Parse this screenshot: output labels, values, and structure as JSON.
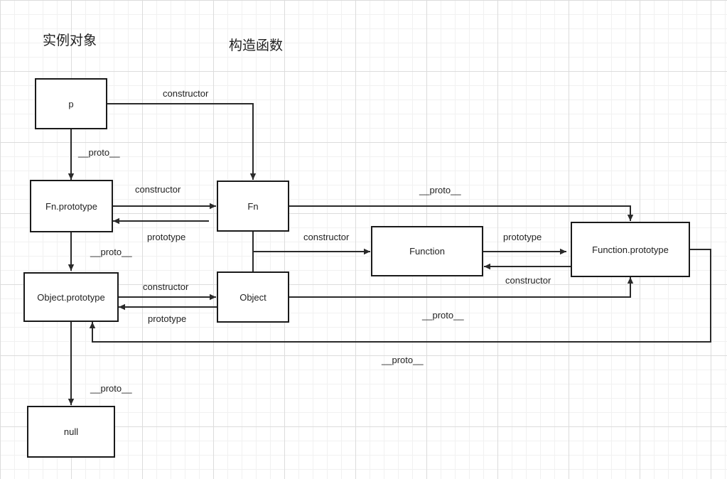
{
  "headers": {
    "instance": "实例对象",
    "constructor_fn": "构造函数"
  },
  "nodes": {
    "p": "p",
    "fn_prototype": "Fn.prototype",
    "fn": "Fn",
    "object_prototype": "Object.prototype",
    "object": "Object",
    "function": "Function",
    "function_prototype": "Function.prototype",
    "null": "null"
  },
  "edges": [
    {
      "from": "p",
      "to": "Fn",
      "label": "constructor"
    },
    {
      "from": "p",
      "to": "Fn.prototype",
      "label": "__proto__"
    },
    {
      "from": "Fn.prototype",
      "to": "Fn",
      "label": "constructor"
    },
    {
      "from": "Fn",
      "to": "Fn.prototype",
      "label": "prototype"
    },
    {
      "from": "Fn",
      "to": "Function.prototype",
      "label": "__proto__"
    },
    {
      "from": "Fn.prototype",
      "to": "Object.prototype",
      "label": "__proto__"
    },
    {
      "from": "Fn",
      "to": "Function",
      "label": "constructor"
    },
    {
      "from": "Function",
      "to": "Function.prototype",
      "label": "prototype"
    },
    {
      "from": "Function.prototype",
      "to": "Function",
      "label": "constructor"
    },
    {
      "from": "Object.prototype",
      "to": "Object",
      "label": "constructor"
    },
    {
      "from": "Object",
      "to": "Object.prototype",
      "label": "prototype"
    },
    {
      "from": "Object",
      "to": "Function.prototype",
      "label": "__proto__"
    },
    {
      "from": "Function.prototype",
      "to": "Object.prototype",
      "label": "__proto__"
    },
    {
      "from": "Object.prototype",
      "to": "null",
      "label": "__proto__"
    }
  ]
}
